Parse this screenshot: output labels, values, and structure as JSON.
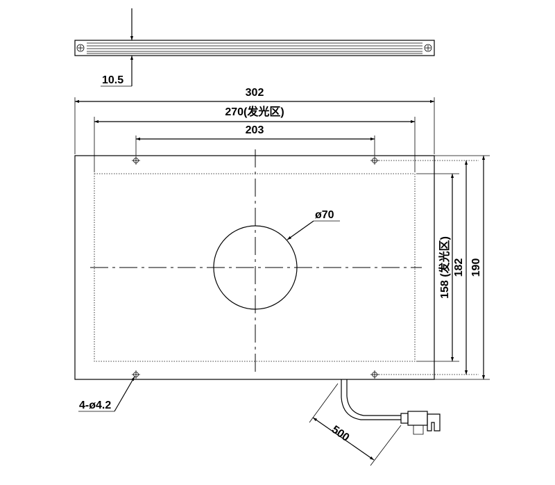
{
  "dims": {
    "thickness": "10.5",
    "total_width": "302",
    "emit_width": "270(发光区)",
    "hole_spacing": "203",
    "hole_diameter": "ø70",
    "emit_height": "158 (发光区)",
    "hole_height": "182",
    "total_height": "190",
    "mount_holes": "4-ø4.2",
    "cable_length": "500"
  }
}
